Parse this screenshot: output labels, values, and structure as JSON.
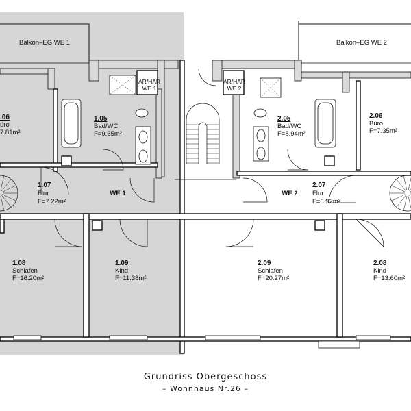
{
  "title": "Grundriss Obergeschoss",
  "subtitle": "– Wohnhaus Nr.26 –",
  "units": {
    "we1": "WE 1",
    "we2": "WE 2"
  },
  "balconies": {
    "we1": "Balkon–EG WE 1",
    "we2": "Balkon–EG WE 2"
  },
  "storage": {
    "we1": [
      "AR/HAR",
      "WE 1"
    ],
    "we2": [
      "AR/HAR",
      "WE 2"
    ]
  },
  "rooms": {
    "r106": {
      "number": ".06",
      "name": "üro",
      "area": "7.81m²"
    },
    "r105": {
      "number": "1.05",
      "name": "Bad/WC",
      "area": "F=9.65m²"
    },
    "r107": {
      "number": "1.07",
      "name": "Flur",
      "area": "F=7.22m²"
    },
    "r108": {
      "number": "1.08",
      "name": "Schlafen",
      "area": "F=16.20m²"
    },
    "r109": {
      "number": "1.09",
      "name": "Kind",
      "area": "F=11.38m²"
    },
    "r205": {
      "number": "2.05",
      "name": "Bad/WC",
      "area": "F=8.94m²"
    },
    "r206": {
      "number": "2.06",
      "name": "Büro",
      "area": "F=7.35m²"
    },
    "r207": {
      "number": "2.07",
      "name": "Flur",
      "area": "F=6.92m²"
    },
    "r209": {
      "number": "2.09",
      "name": "Schlafen",
      "area": "F=20.27m²"
    },
    "r208": {
      "number": "2.08",
      "name": "Kind",
      "area": "F=13.60m²"
    }
  },
  "colors": {
    "we1_shade": "#d6d6d6",
    "ink": "#111111"
  }
}
